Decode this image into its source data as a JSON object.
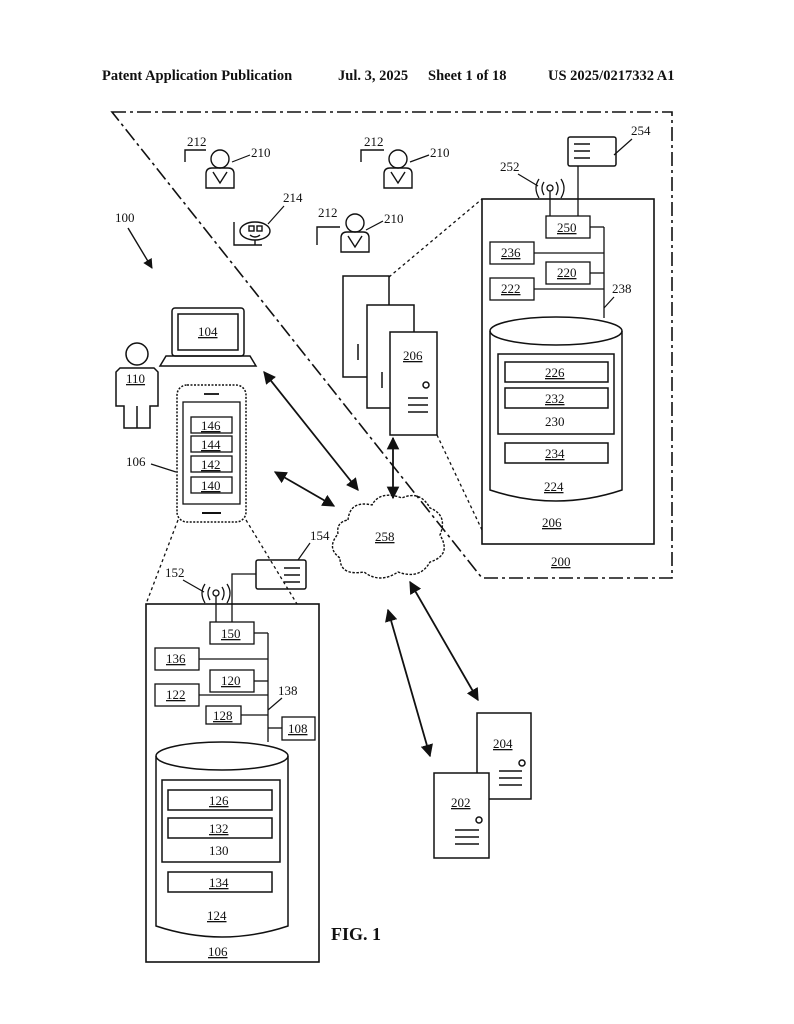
{
  "header": {
    "publication": "Patent Application Publication",
    "date": "Jul. 3, 2025",
    "sheet": "Sheet 1 of 18",
    "number": "US 2025/0217332 A1"
  },
  "figure": {
    "label": "FIG. 1"
  },
  "refs": {
    "r100": "100",
    "r104": "104",
    "r106": "106",
    "r110": "110",
    "r146": "146",
    "r144": "144",
    "r142": "142",
    "r140": "140",
    "r154": "154",
    "r152": "152",
    "r150": "150",
    "r136": "136",
    "r120": "120",
    "r122": "122",
    "r138": "138",
    "r128": "128",
    "r108": "108",
    "r126": "126",
    "r132": "132",
    "r130": "130",
    "r134": "134",
    "r124": "124",
    "r258": "258",
    "r204": "204",
    "r202": "202",
    "r212": "212",
    "r210": "210",
    "r214": "214",
    "r206": "206",
    "r254": "254",
    "r252": "252",
    "r250": "250",
    "r236": "236",
    "r220": "220",
    "r222": "222",
    "r238": "238",
    "r226": "226",
    "r232": "232",
    "r230": "230",
    "r234": "234",
    "r224": "224",
    "r200": "200"
  }
}
